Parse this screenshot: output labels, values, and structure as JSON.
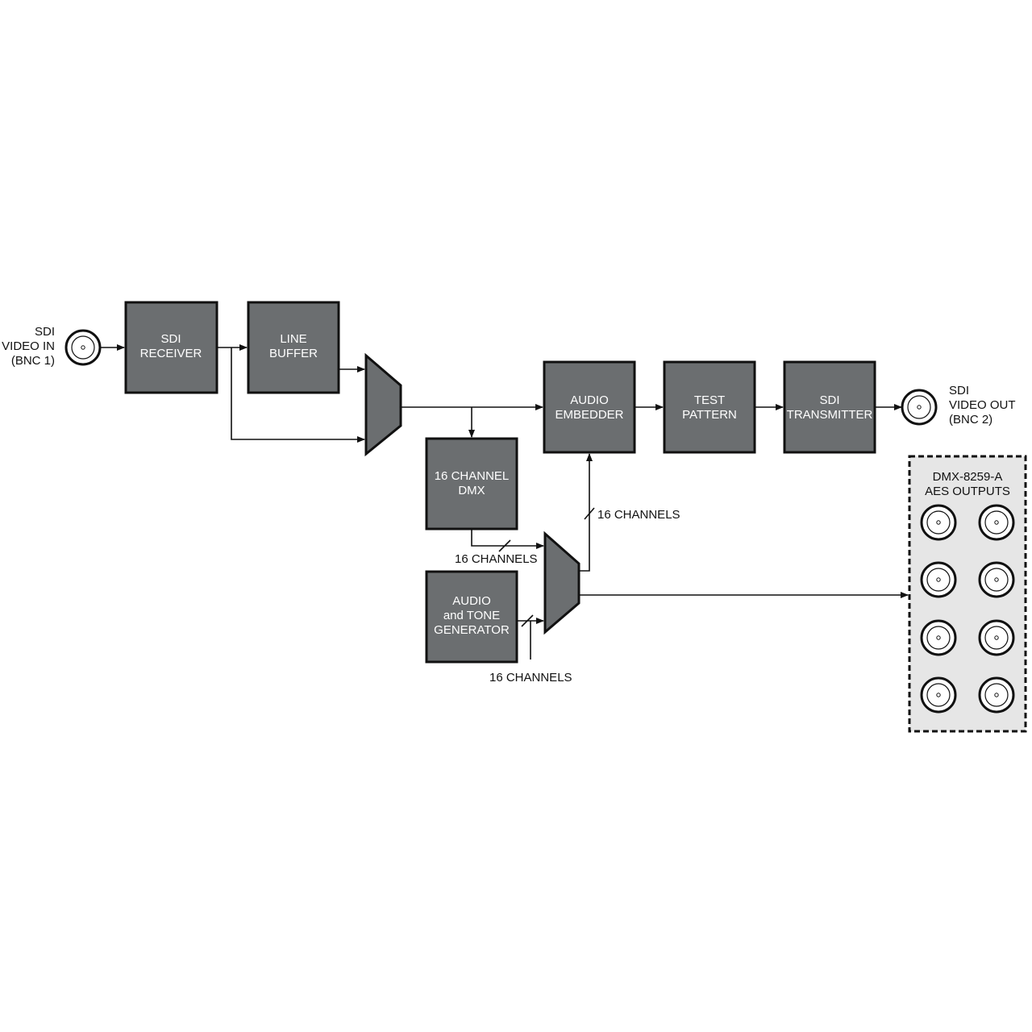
{
  "input": {
    "line1": "SDI",
    "line2": "VIDEO IN",
    "line3": "(BNC 1)"
  },
  "output": {
    "line1": "SDI",
    "line2": "VIDEO OUT",
    "line3": "(BNC 2)"
  },
  "blocks": {
    "sdi_receiver": [
      "SDI",
      "RECEIVER"
    ],
    "line_buffer": [
      "LINE",
      "BUFFER"
    ],
    "audio_embedder": [
      "AUDIO",
      "EMBEDDER"
    ],
    "test_pattern": [
      "TEST",
      "PATTERN"
    ],
    "sdi_transmitter": [
      "SDI",
      "TRANSMITTER"
    ],
    "dmx_16ch": [
      "16 CHANNEL",
      "DMX"
    ],
    "audio_tone_gen": [
      "AUDIO",
      "and TONE",
      "GENERATOR"
    ]
  },
  "bus_labels": {
    "embedder_in": "16 CHANNELS",
    "dmx_out": "16 CHANNELS",
    "generator_out": "16 CHANNELS"
  },
  "aes_panel": {
    "line1": "DMX-8259-A",
    "line2": "AES OUTPUTS",
    "connector_count": 8
  }
}
